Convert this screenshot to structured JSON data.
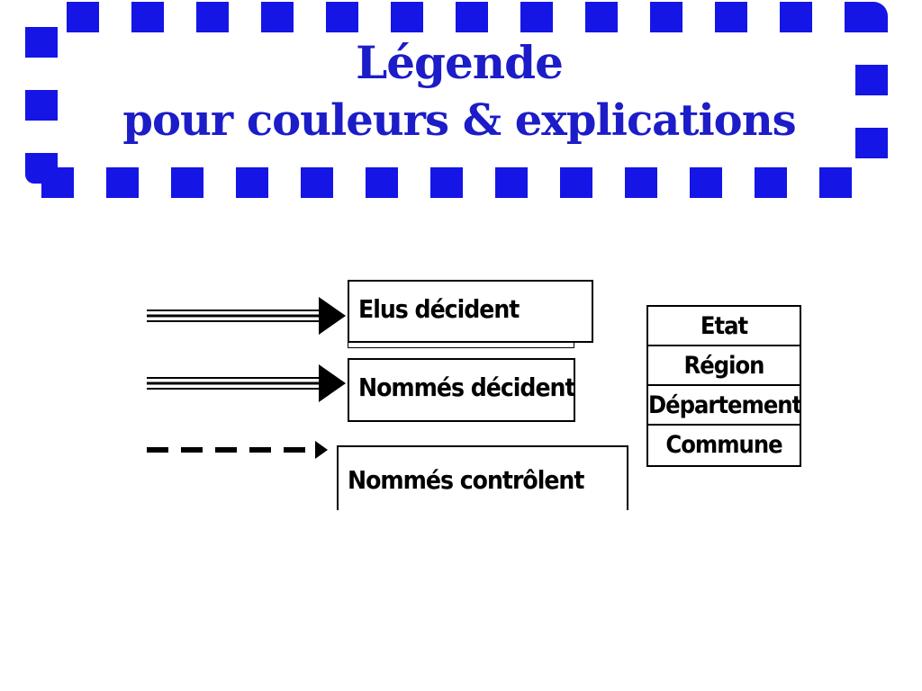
{
  "title": {
    "line1": "Légende",
    "line2": "pour couleurs & explications"
  },
  "colors": {
    "frame": "#1515e6",
    "title": "#1c1cc8",
    "lines": "#000000"
  },
  "legend": {
    "items": [
      {
        "label": "Elus décident",
        "line_style": "double-solid"
      },
      {
        "label": "Nommés décident",
        "line_style": "triple-solid"
      },
      {
        "label": "Nommés contrôlent",
        "line_style": "dashed"
      }
    ]
  },
  "levels": [
    "Etat",
    "Région",
    "Département",
    "Commune"
  ]
}
